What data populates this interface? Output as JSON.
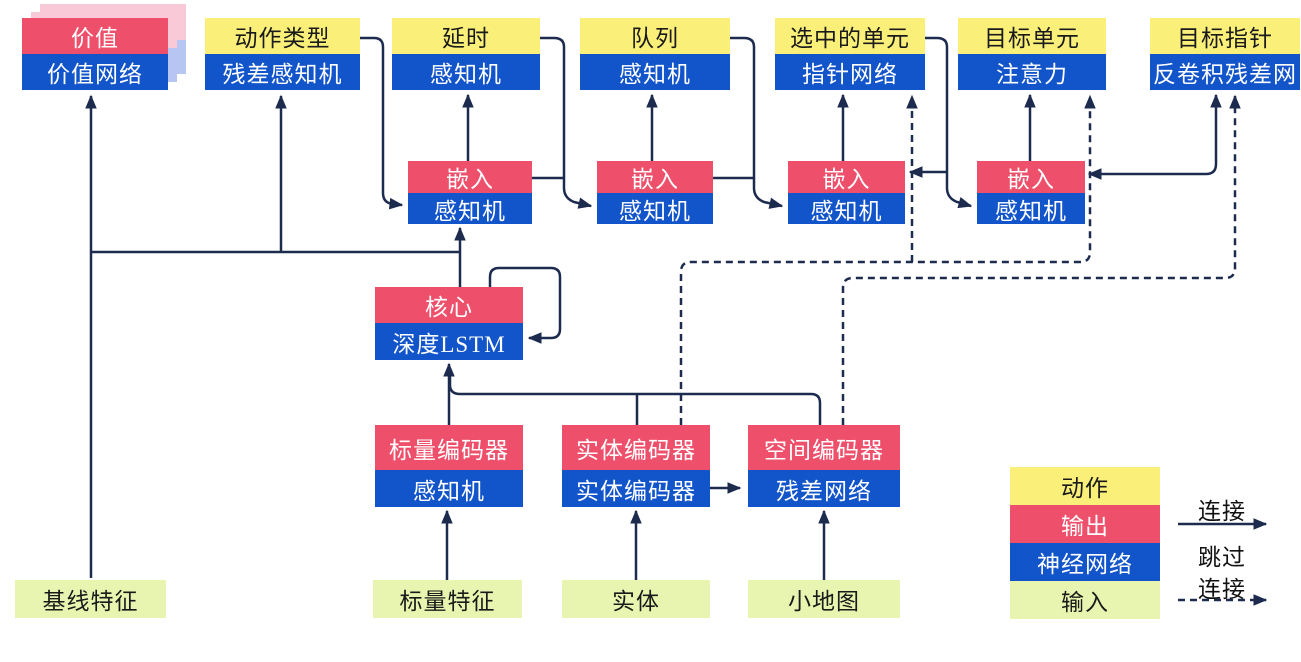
{
  "nodes": {
    "value": {
      "top": "价值",
      "bottom": "价值网络"
    },
    "action_type": {
      "top": "动作类型",
      "bottom": "残差感知机"
    },
    "delay": {
      "top": "延时",
      "bottom": "感知机"
    },
    "queue": {
      "top": "队列",
      "bottom": "感知机"
    },
    "selected_units": {
      "top": "选中的单元",
      "bottom": "指针网络"
    },
    "target_unit": {
      "top": "目标单元",
      "bottom": "注意力"
    },
    "target_pointer": {
      "top": "目标指针",
      "bottom": "反卷积残差网"
    },
    "embed1": {
      "top": "嵌入",
      "bottom": "感知机"
    },
    "embed2": {
      "top": "嵌入",
      "bottom": "感知机"
    },
    "embed3": {
      "top": "嵌入",
      "bottom": "感知机"
    },
    "embed4": {
      "top": "嵌入",
      "bottom": "感知机"
    },
    "core": {
      "top": "核心",
      "bottom": "深度LSTM"
    },
    "scalar_encoder": {
      "top": "标量编码器",
      "bottom": "感知机"
    },
    "entity_encoder": {
      "top": "实体编码器",
      "bottom": "实体编码器"
    },
    "spatial_encoder": {
      "top": "空间编码器",
      "bottom": "残差网络"
    },
    "baseline_features": {
      "label": "基线特征"
    },
    "scalar_features": {
      "label": "标量特征"
    },
    "entities": {
      "label": "实体"
    },
    "minimap": {
      "label": "小地图"
    }
  },
  "legend": {
    "action": "动作",
    "output": "输出",
    "network": "神经网络",
    "input": "输入",
    "connection": "连接",
    "skip_line1": "跳过",
    "skip_line2": "连接"
  },
  "colors": {
    "action_yellow": "#f9ef79",
    "output_red": "#ee506b",
    "network_blue": "#1254ca",
    "input_green": "#e7f5b0",
    "wire_navy": "#1c2b4e",
    "ghost_pink": "#f9c9d8",
    "ghost_blue": "#b6c5f1"
  }
}
